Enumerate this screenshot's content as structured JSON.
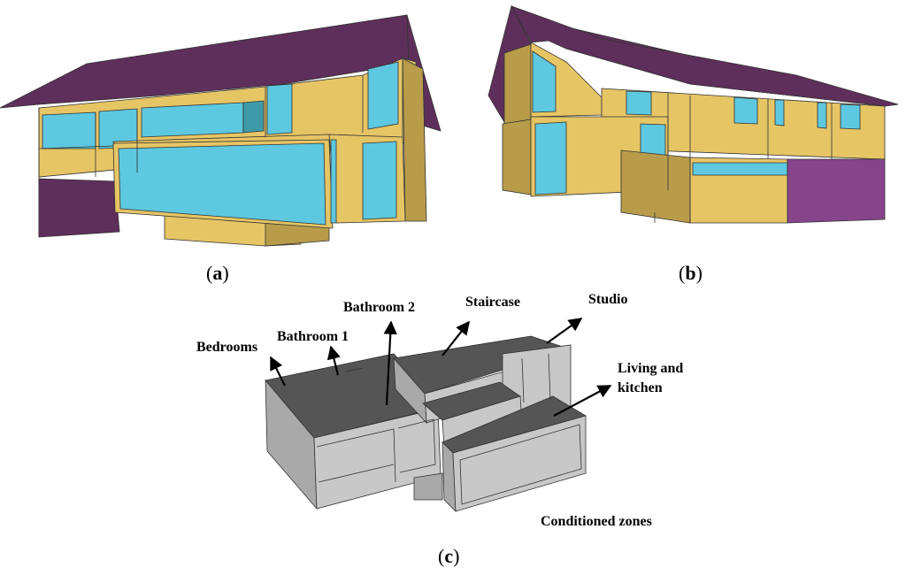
{
  "panels": {
    "a": {
      "label_open": "(",
      "label_letter": "a",
      "label_close": ")"
    },
    "b": {
      "label_open": "(",
      "label_letter": "b",
      "label_close": ")"
    },
    "c": {
      "label_open": "(",
      "label_letter": "c",
      "label_close": ")"
    }
  },
  "zones": {
    "bedrooms": "Bedrooms",
    "bathroom1": "Bathroom 1",
    "bathroom2": "Bathroom 2",
    "staircase": "Staircase",
    "studio": "Studio",
    "living_line1": "Living and",
    "living_line2": "kitchen",
    "conditioned": "Conditioned zones"
  },
  "colors": {
    "roof": "#5e2f5b",
    "roof_light": "#86448a",
    "wall": "#e6c565",
    "wall_shade": "#b89c4a",
    "window": "#5ec8e0",
    "window_dark": "#3f9aa8",
    "zone_top": "#555555",
    "zone_front": "#c8c8c8",
    "zone_side": "#a9a9a9",
    "outline": "#333333"
  }
}
